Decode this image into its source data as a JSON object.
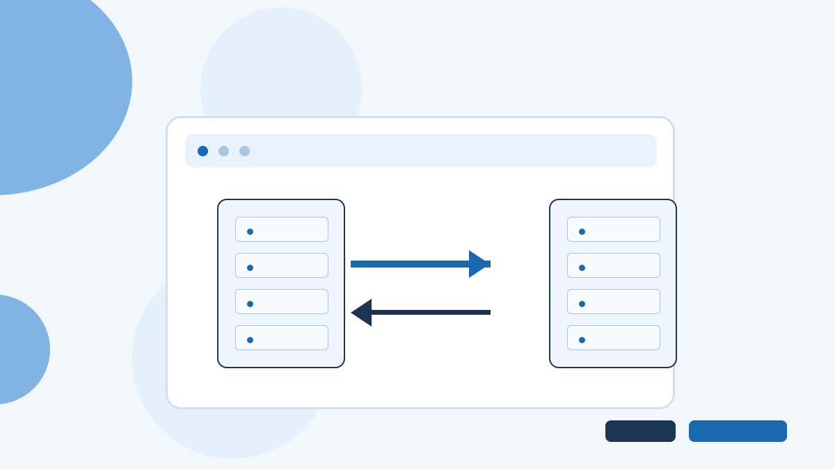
{
  "colors": {
    "page_background": "#f2f7fc",
    "accent_light": "#80b5e3",
    "accent_pale": "#e4f0fb",
    "primary": "#1a69b0",
    "navy": "#1b3452",
    "window_bar": "#e8f2fc",
    "muted_dot": "#a8c6e2",
    "server_fill": "#eef5fc"
  },
  "window": {
    "title_dots": [
      {
        "icon": "active-dot",
        "color": "#1a69b0"
      },
      {
        "icon": "inactive-dot",
        "color": "#a8c6e2"
      },
      {
        "icon": "inactive-dot",
        "color": "#a8c6e2"
      }
    ]
  },
  "servers": [
    {
      "id": "source",
      "slots": 4
    },
    {
      "id": "target",
      "slots": 4
    }
  ],
  "connections": [
    {
      "from": "source",
      "to": "target",
      "direction": "right",
      "color": "#1a69b0"
    },
    {
      "from": "target",
      "to": "source",
      "direction": "left",
      "color": "#1b3452"
    }
  ],
  "footer_buttons": [
    {
      "icon": "navy-pill",
      "color": "#1b3452"
    },
    {
      "icon": "blue-pill",
      "color": "#1a69b0"
    }
  ]
}
